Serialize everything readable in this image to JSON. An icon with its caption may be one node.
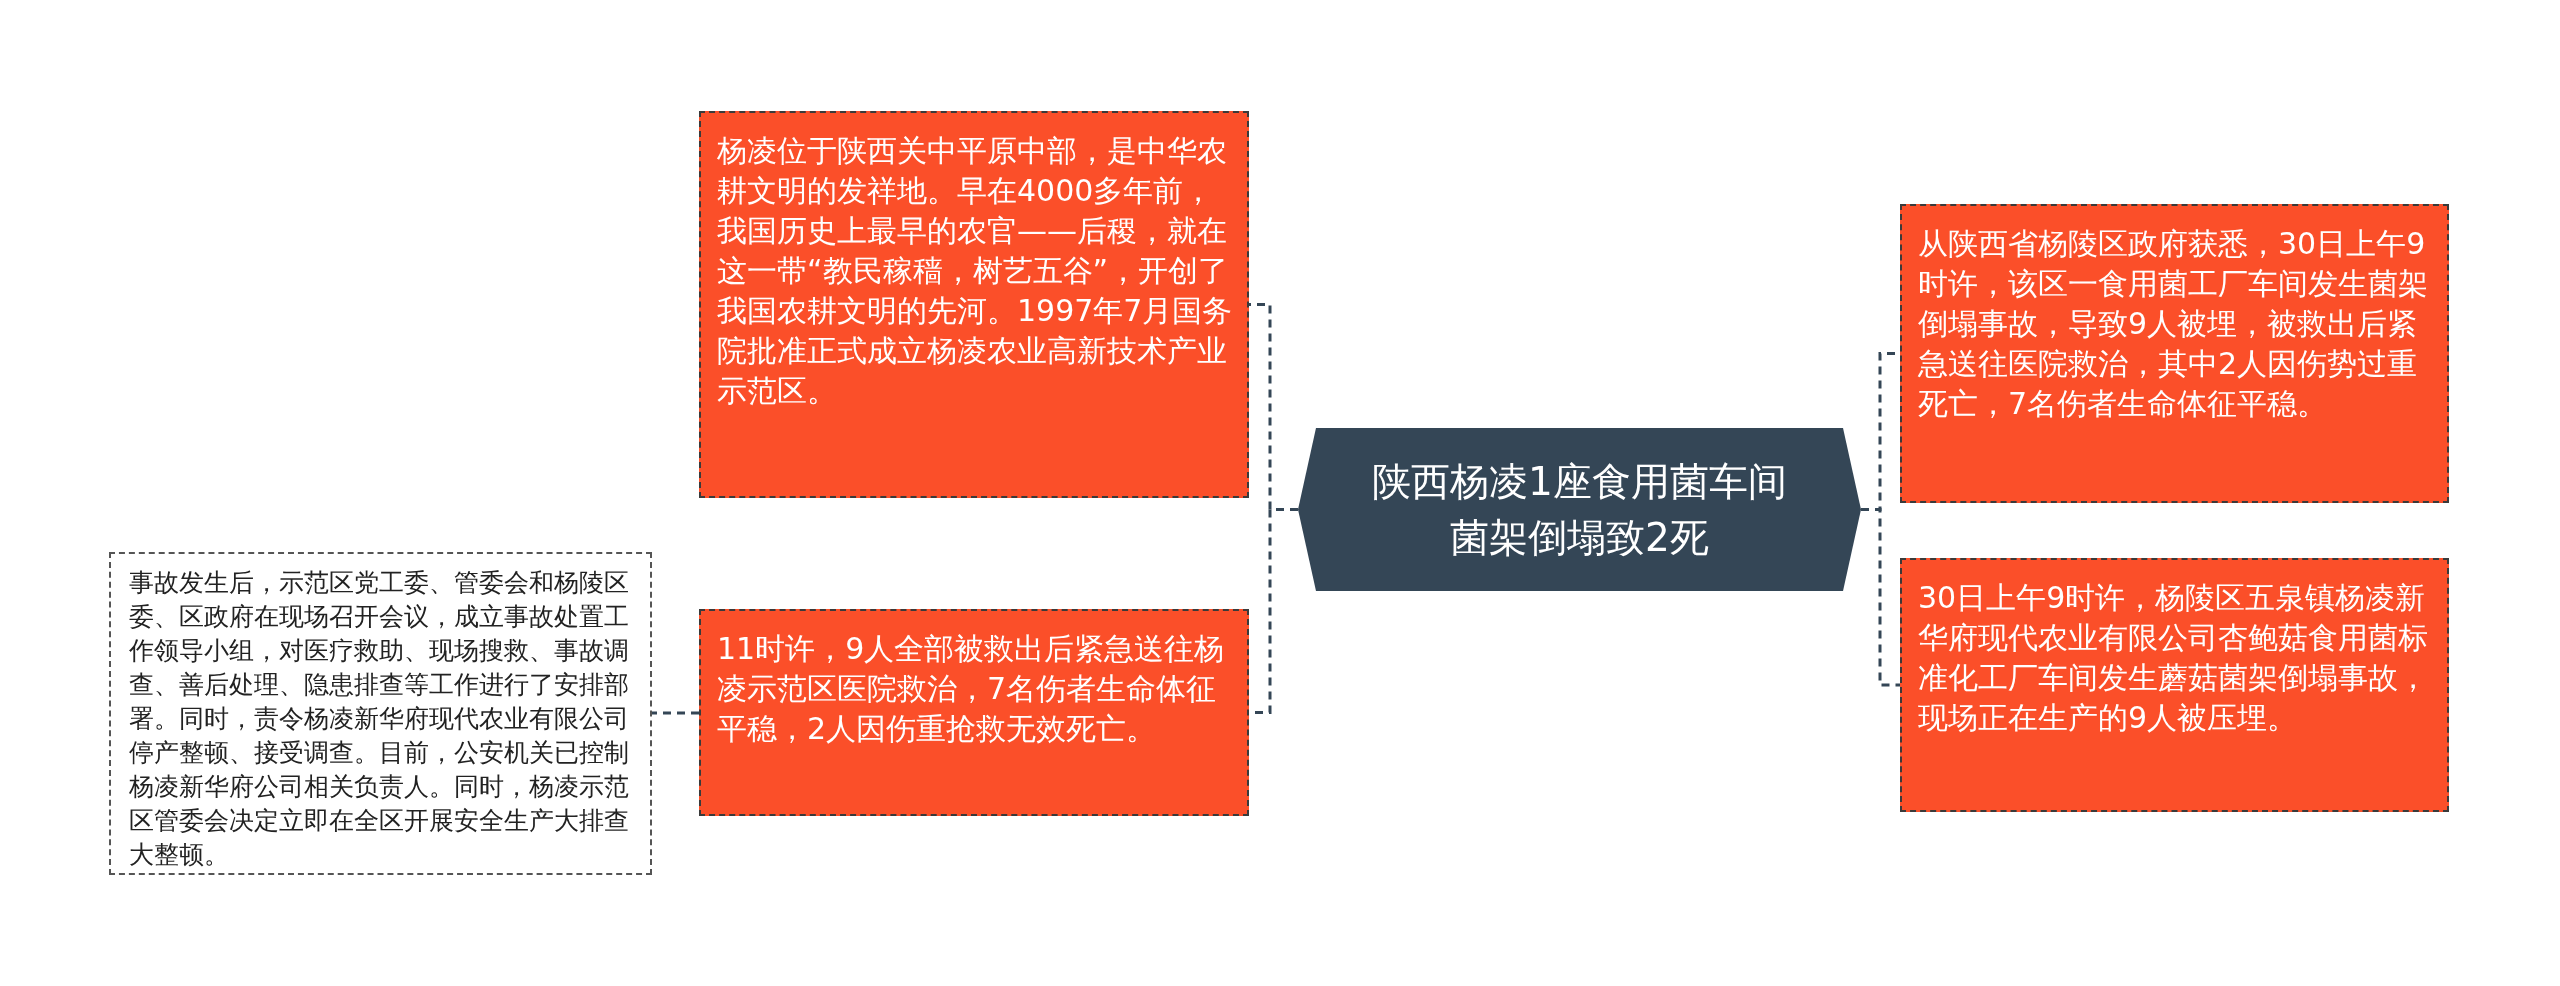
{
  "diagram": {
    "nodes": [
      {
        "text": [
          "陕西杨凌1座食用菌车间菌架倒塌致2死"
        ]
      },
      {
        "text": [
          "杨凌位于陕西关中平原中部，是中华农耕文明的发祥地。早在4000多年前，我国历史上最早的农官——后稷，就在这一带“教民稼穑，树艺五谷”，开创了我国农耕文明的先河。1997年7月国务院批准正式成立杨凌农业高新技术产业示范区。"
        ]
      },
      {
        "text": [
          "11时许，9人全部被救出后紧急送往杨凌示范区医院救治，7名伤者生命体征平稳，2人因伤重抢救无效死亡。"
        ]
      },
      {
        "text": [
          "事故发生后，示范区党工委、管委会和杨陵区委、区政府在现场召开会议，成立事故处置工作领导小组，对医疗救助、现场搜救、事故调查、善后处理、隐患排查等工作进行了安排部署。同时，责令杨凌新华府现代农业有限公司停产整顿、接受调查。目前，公安机关已控制杨凌新华府公司相关负责人。同时，杨凌示范区管委会决定立即在全区开展安全生产大排查大整顿。"
        ]
      },
      {
        "text": [
          "从陕西省杨陵区政府获悉，30日上午9时许，该区一食用菌工厂车间发生菌架倒塌事故，导致9人被埋，被救出后紧急送往医院救治，其中2人因伤势过重死亡，7名伤者生命体征平稳。"
        ]
      },
      {
        "text": [
          "30日上午9时许，杨陵区五泉镇杨凌新华府现代农业有限公司杏鲍菇食用菌标准化工厂车间发生蘑菇菌架倒塌事故，现场正在生产的9人被压埋。"
        ]
      }
    ],
    "edges": [
      {
        "from": 0,
        "to": 1,
        "arrow": "none"
      },
      {
        "from": 0,
        "to": 2,
        "arrow": "none"
      },
      {
        "from": 2,
        "to": 3,
        "arrow": "none"
      },
      {
        "from": 0,
        "to": 4,
        "arrow": "none"
      },
      {
        "from": 0,
        "to": 5,
        "arrow": "none"
      }
    ]
  }
}
